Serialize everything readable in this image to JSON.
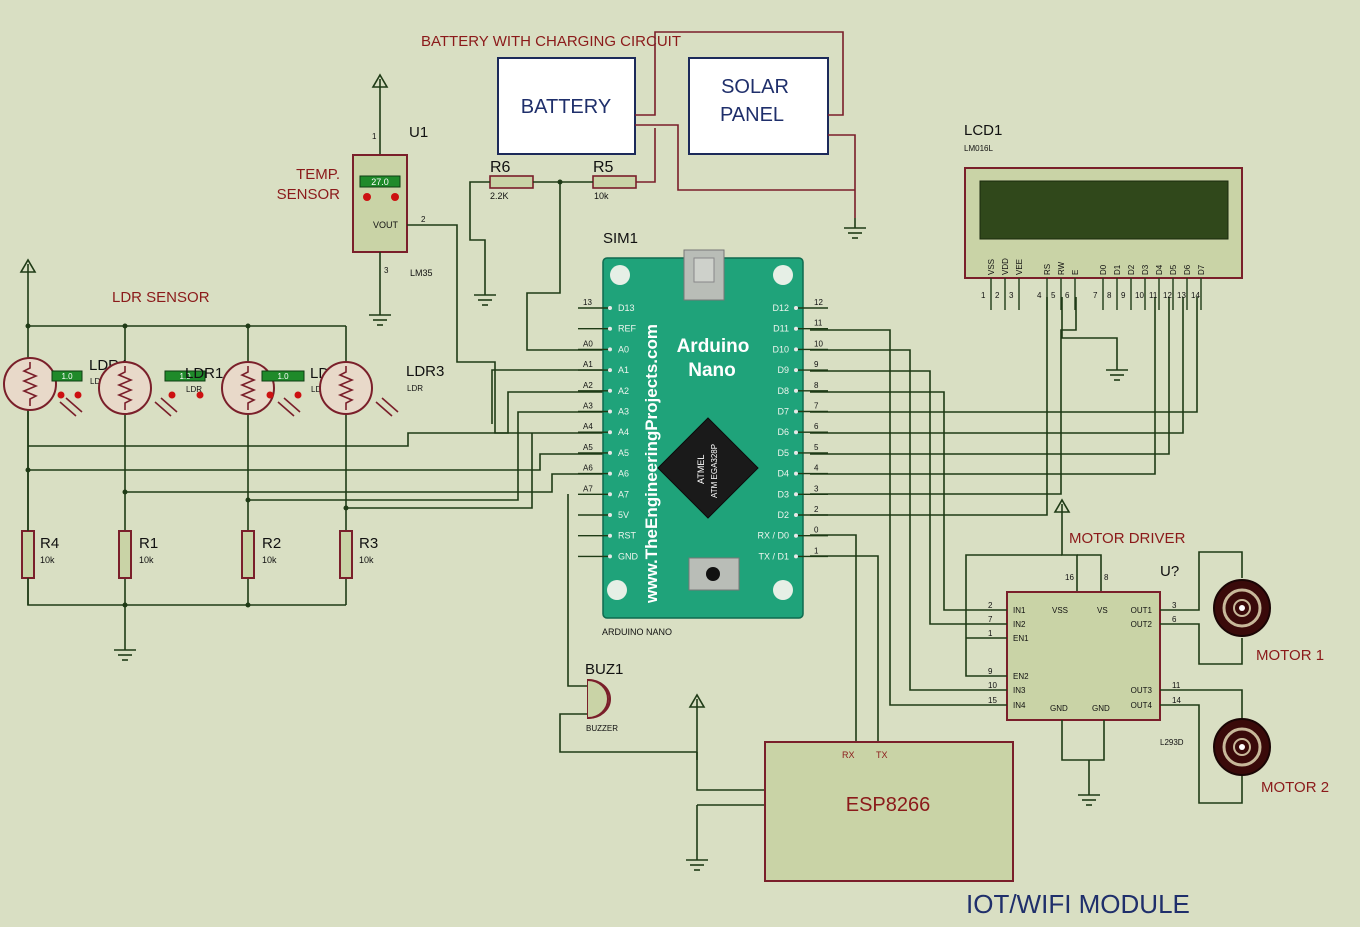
{
  "labels": {
    "battery_circuit": "BATTERY WITH CHARGING CIRCUIT",
    "battery": "BATTERY",
    "solar_line1": "SOLAR",
    "solar_line2": "PANEL",
    "u1": "U1",
    "temp_line1": "TEMP.",
    "temp_line2": "SENSOR",
    "temp_value": "27.0",
    "vout": "VOUT",
    "lm35": "LM35",
    "r6": "R6",
    "r6_val": "2.2K",
    "r5": "R5",
    "r5_val": "10k",
    "sim1": "SIM1",
    "lcd1": "LCD1",
    "lcd_model": "LM016L",
    "ldr_sensor": "LDR SENSOR",
    "ldr4": "LDR4",
    "ldr1": "LDR1",
    "ldr2": "LDR2",
    "ldr3": "LDR3",
    "ldr_small": "LDR",
    "ldr_value": "1.0",
    "r4": "R4",
    "r1": "R1",
    "r2": "R2",
    "r3": "R3",
    "res_val": "10k",
    "arduino_line1": "Arduino",
    "arduino_line2": "Nano",
    "site": "www.TheEngineeringProjects.com",
    "chip_line1": "ATMEL",
    "chip_line2": "ATM EGA328P",
    "arduino_nano": "ARDUINO NANO",
    "motor_driver": "MOTOR DRIVER",
    "u_q": "U?",
    "l293d": "L293D",
    "motor1": "MOTOR 1",
    "motor2": "MOTOR 2",
    "buz1": "BUZ1",
    "buzzer": "BUZZER",
    "esp": "ESP8266",
    "rx": "RX",
    "tx": "TX",
    "iot": "IOT/WIFI MODULE"
  },
  "arduino_left_pins": [
    {
      "num": "13",
      "name": "D13"
    },
    {
      "num": "",
      "name": "REF"
    },
    {
      "num": "A0",
      "name": "A0"
    },
    {
      "num": "A1",
      "name": "A1"
    },
    {
      "num": "A2",
      "name": "A2"
    },
    {
      "num": "A3",
      "name": "A3"
    },
    {
      "num": "A4",
      "name": "A4"
    },
    {
      "num": "A5",
      "name": "A5"
    },
    {
      "num": "A6",
      "name": "A6"
    },
    {
      "num": "A7",
      "name": "A7"
    },
    {
      "num": "",
      "name": "5V"
    },
    {
      "num": "",
      "name": "RST"
    },
    {
      "num": "",
      "name": "GND"
    }
  ],
  "arduino_right_pins": [
    {
      "num": "12",
      "name": "D12"
    },
    {
      "num": "11",
      "name": "D11"
    },
    {
      "num": "10",
      "name": "D10"
    },
    {
      "num": "9",
      "name": "D9"
    },
    {
      "num": "8",
      "name": "D8"
    },
    {
      "num": "7",
      "name": "D7"
    },
    {
      "num": "6",
      "name": "D6"
    },
    {
      "num": "5",
      "name": "D5"
    },
    {
      "num": "4",
      "name": "D4"
    },
    {
      "num": "3",
      "name": "D3"
    },
    {
      "num": "2",
      "name": "D2"
    },
    {
      "num": "0",
      "name": "RX / D0"
    },
    {
      "num": "1",
      "name": "TX / D1"
    }
  ],
  "lcd_pins": [
    {
      "num": "1",
      "name": "VSS"
    },
    {
      "num": "2",
      "name": "VDD"
    },
    {
      "num": "3",
      "name": "VEE"
    },
    {
      "num": "4",
      "name": "RS"
    },
    {
      "num": "5",
      "name": "RW"
    },
    {
      "num": "6",
      "name": "E"
    },
    {
      "num": "7",
      "name": "D0"
    },
    {
      "num": "8",
      "name": "D1"
    },
    {
      "num": "9",
      "name": "D2"
    },
    {
      "num": "10",
      "name": "D3"
    },
    {
      "num": "11",
      "name": "D4"
    },
    {
      "num": "12",
      "name": "D5"
    },
    {
      "num": "13",
      "name": "D6"
    },
    {
      "num": "14",
      "name": "D7"
    }
  ],
  "driver_left_pins": [
    {
      "num": "2",
      "name": "IN1"
    },
    {
      "num": "7",
      "name": "IN2"
    },
    {
      "num": "1",
      "name": "EN1"
    },
    {
      "num": "9",
      "name": "EN2"
    },
    {
      "num": "10",
      "name": "IN3"
    },
    {
      "num": "15",
      "name": "IN4"
    }
  ],
  "driver_right_pins": [
    {
      "num": "3",
      "name": "OUT1"
    },
    {
      "num": "6",
      "name": "OUT2"
    },
    {
      "num": "11",
      "name": "OUT3"
    },
    {
      "num": "14",
      "name": "OUT4"
    }
  ],
  "driver_misc": {
    "vss": "VSS",
    "vs": "VS",
    "gnd": "GND",
    "p16": "16",
    "p8": "8",
    "temp_p1": "1",
    "temp_p2": "2",
    "temp_p3": "3"
  }
}
